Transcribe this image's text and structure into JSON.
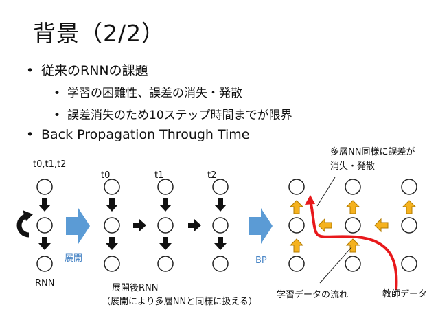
{
  "slide": {
    "title": "背景（2/2）",
    "bullets": [
      {
        "text": "従来のRNNの課題",
        "sub": [
          "学習の困難性、誤差の消失・発散",
          "誤差消失のため10ステップ時間までが限界"
        ]
      },
      {
        "text": "Back Propagation Through Time"
      }
    ]
  },
  "diagram": {
    "rnn_time_label": "t0,t1,t2",
    "rnn_label": "RNN",
    "unfold_arrow_label": "展開",
    "time_labels": [
      "t0",
      "t1",
      "t2"
    ],
    "unrolled_label_line1": "展開後RNN",
    "unrolled_label_line2": "（展開により多層NNと同様に扱える）",
    "bp_arrow_label": "BP",
    "note_top_line1": "多層NN同様に誤差が",
    "note_top_line2": "消失・発散",
    "note_flow": "学習データの流れ",
    "note_teacher": "教師データ",
    "colors": {
      "node_stroke": "#222222",
      "blue_arrow": "#5b9bd5",
      "orange_arrow": "#f5b21f",
      "red_path": "#e8181b"
    }
  }
}
